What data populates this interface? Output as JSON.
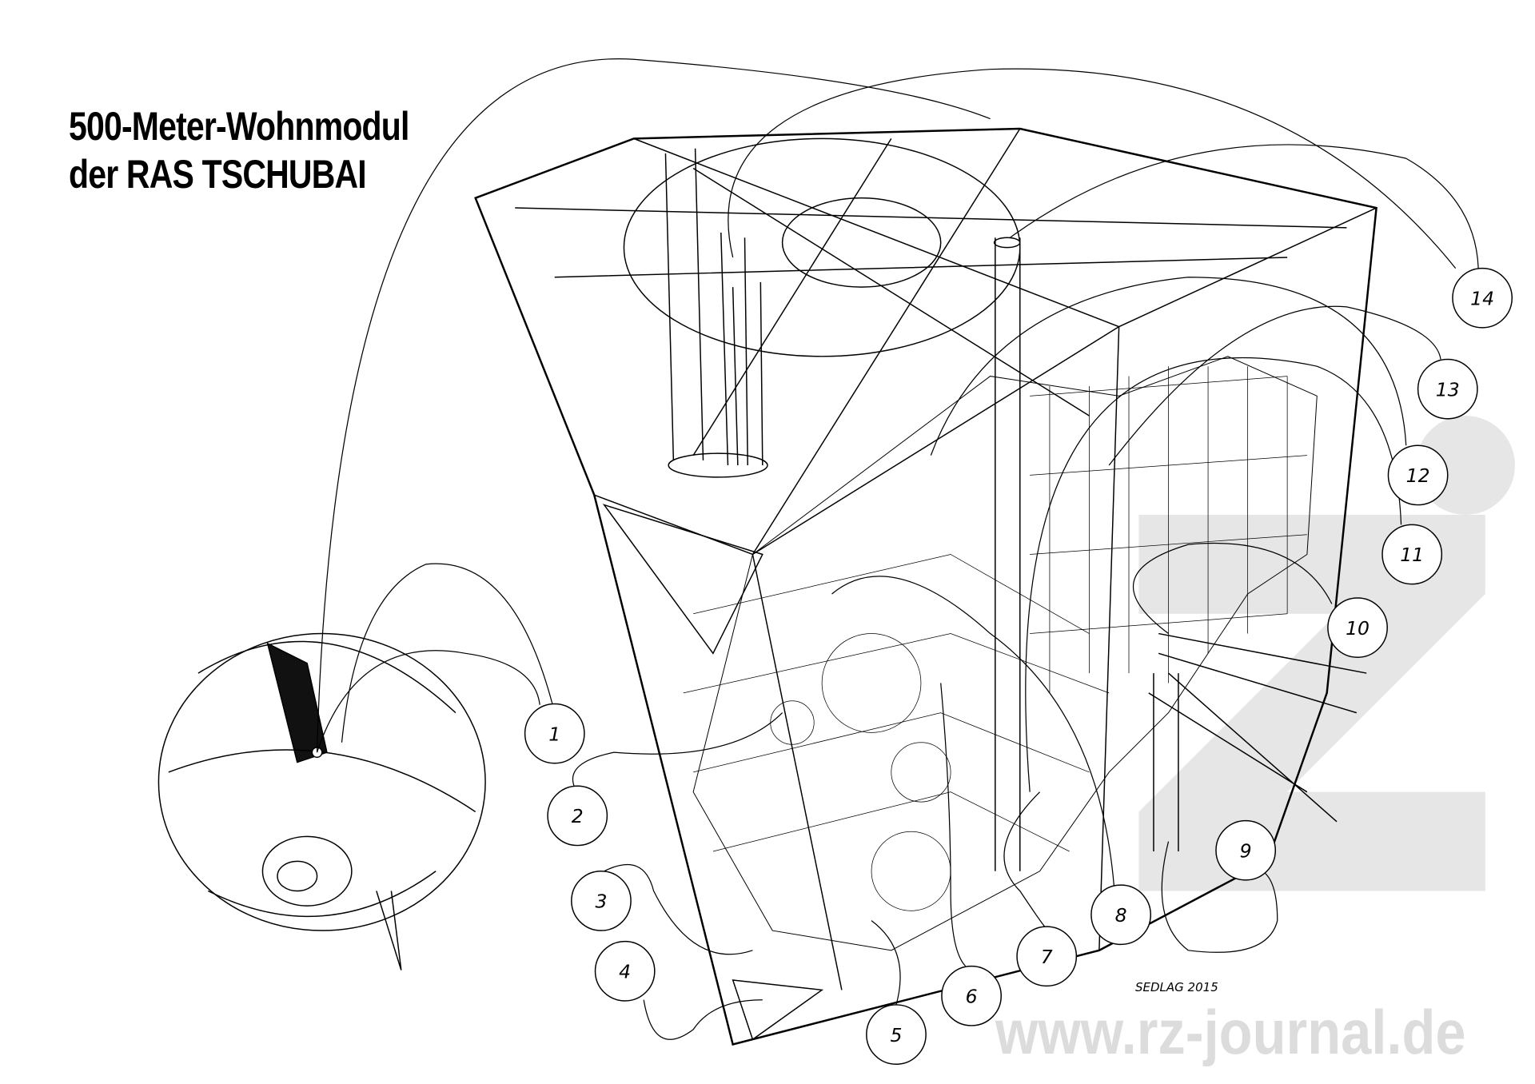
{
  "title": {
    "line1": "500-Meter-Wohnmodul",
    "line2": "der RAS TSCHUBAI"
  },
  "signature": "SEDLAG 2015",
  "watermark": "www.rz-journal.de",
  "callouts": [
    "1",
    "2",
    "3",
    "4",
    "5",
    "6",
    "7",
    "8",
    "9",
    "10",
    "11",
    "12",
    "13",
    "14"
  ]
}
